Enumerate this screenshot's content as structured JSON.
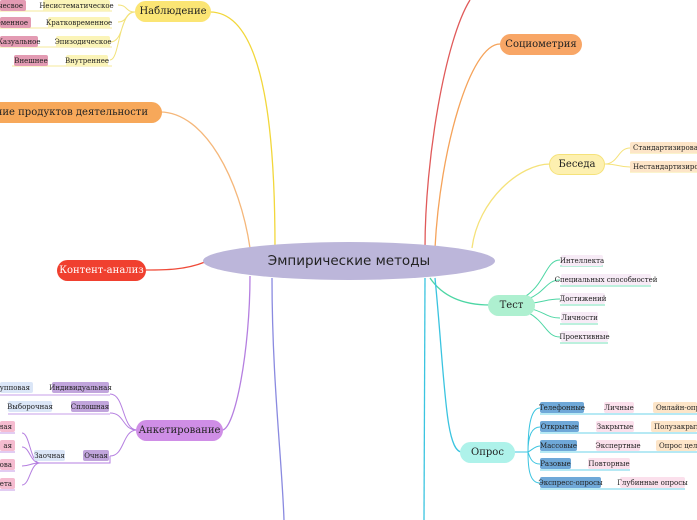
{
  "central": {
    "label": "Эмпирические методы"
  },
  "branches": {
    "observation": {
      "label": "Наблюдение",
      "leaves": [
        "чесвое",
        "Несистематическое",
        "еменное",
        "Кратковременное",
        "Казуальное",
        "Эпизодическое",
        "Внешнее",
        "Внутреннее"
      ]
    },
    "product_study": {
      "label": "учение продуктов деятельности"
    },
    "content_analysis": {
      "label": "Контент-анализ"
    },
    "questionnaire": {
      "label": "Анкетирование",
      "leaves": [
        "Групповая",
        "Индивидуальная",
        "Выборочная",
        "Сплошная",
        "ная",
        "ая",
        "Заочная",
        "Очная",
        "ова",
        "кета"
      ]
    },
    "sociometry": {
      "label": "Социометрия"
    },
    "conversation": {
      "label": "Беседа",
      "leaves": [
        "Стандартизированна",
        "Нестандартизирован"
      ]
    },
    "test": {
      "label": "Тест",
      "leaves": [
        "Интеллекта",
        "Специальных способностей",
        "Достижений",
        "Личности",
        "Проективные"
      ]
    },
    "survey": {
      "label": "Опрос",
      "leaves": [
        "Телефонные",
        "Личные",
        "Онлайн-опро",
        "Открытые",
        "Закрытые",
        "Полузакрыты",
        "Массовые",
        "Экспертные",
        "Опрос целе",
        "Разовые",
        "Повторные",
        "Экспресс-опросы",
        "Глубинные опросы"
      ]
    }
  },
  "colors": {
    "observation": "#f2d73b",
    "product_study": "#f5a35a",
    "content_analysis": "#ef4a38",
    "questionnaire": "#b57fe0",
    "sociometry": "#f59a58",
    "conversation": "#f5d94f",
    "test": "#4dd6a4",
    "survey": "#3bc4e0",
    "red_line": "#e05a5a",
    "blue_line": "#7a7ad8"
  }
}
